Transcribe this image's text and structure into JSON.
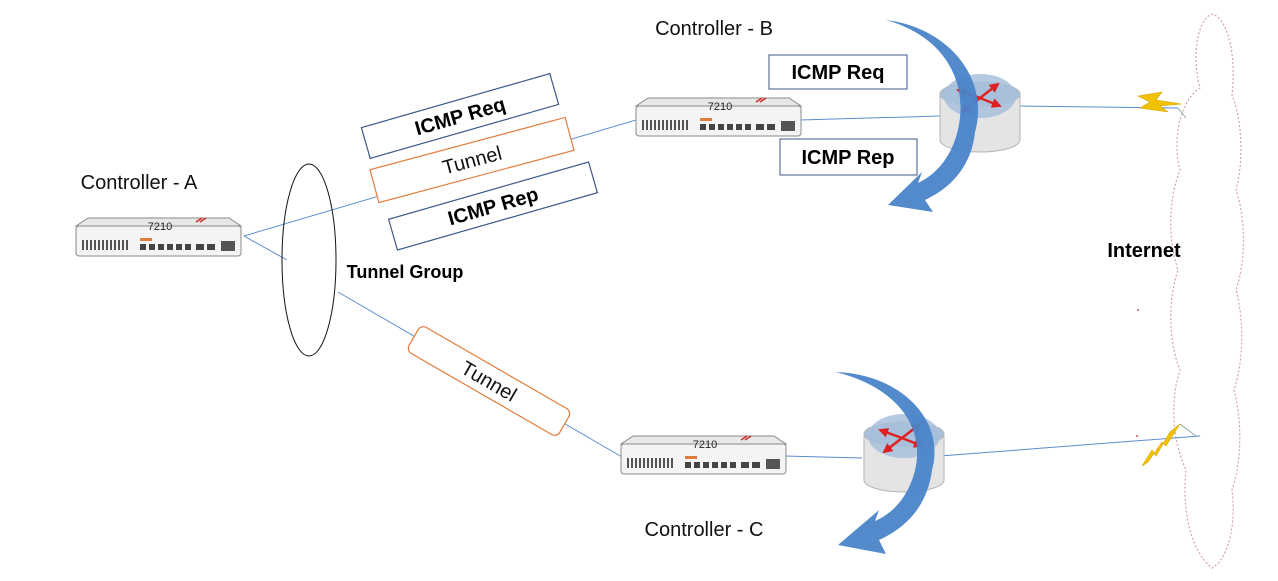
{
  "controllers": {
    "a": {
      "label": "Controller - A",
      "model": "7210"
    },
    "b": {
      "label": "Controller - B",
      "model": "7210"
    },
    "c": {
      "label": "Controller - C",
      "model": "7210"
    }
  },
  "tunnel_group_label": "Tunnel Group",
  "internet_label": "Internet",
  "tunnel_ab": {
    "label": "Tunnel"
  },
  "tunnel_ac": {
    "label": "Tunnel"
  },
  "icmp_req_label": "ICMP Req",
  "icmp_rep_label": "ICMP Rep",
  "colors": {
    "link": "#5b8ccf",
    "tunnel_border": "#e07b39",
    "icmp_border": "#3b5a8a",
    "arrow": "#4a84c9",
    "router_arrow": "#e02020",
    "lightning": "#f2c200",
    "cloud": "#d9a0a6"
  }
}
